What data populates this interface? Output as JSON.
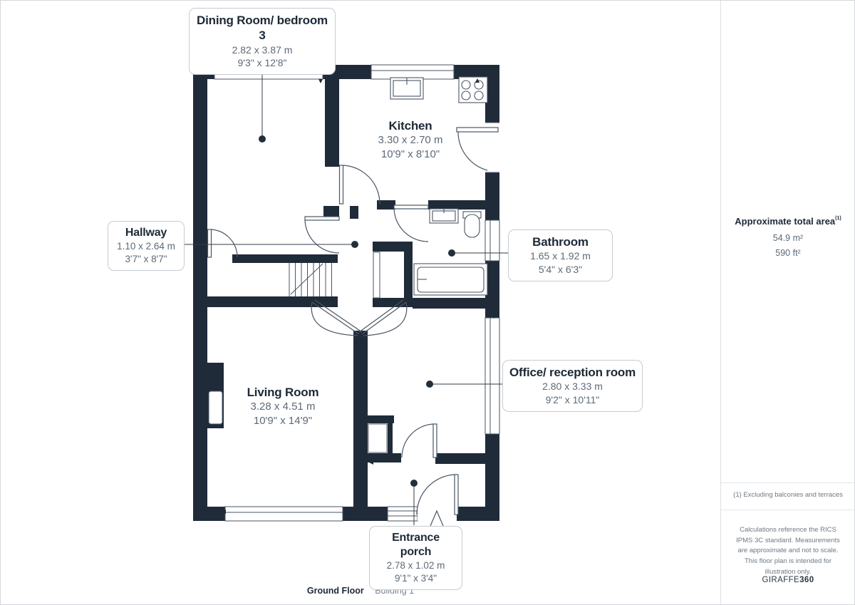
{
  "floorplan": {
    "rooms": [
      {
        "name": "Dining Room/ bedroom 3",
        "metric": "2.82 x 3.87 m",
        "imperial": "9'3\" x 12'8\""
      },
      {
        "name": "Kitchen",
        "metric": "3.30 x 2.70 m",
        "imperial": "10'9\" x 8'10\""
      },
      {
        "name": "Hallway",
        "metric": "1.10 x 2.64 m",
        "imperial": "3'7\" x 8'7\""
      },
      {
        "name": "Bathroom",
        "metric": "1.65 x 1.92 m",
        "imperial": "5'4\" x 6'3\""
      },
      {
        "name": "Office/ reception room",
        "metric": "2.80 x 3.33 m",
        "imperial": "9'2\" x 10'11\""
      },
      {
        "name": "Living Room",
        "metric": "3.28 x 4.51 m",
        "imperial": "10'9\" x 14'9\""
      },
      {
        "name": "Entrance porch",
        "metric": "2.78 x 1.02 m",
        "imperial": "9'1\" x 3'4\""
      }
    ]
  },
  "sidebar": {
    "total_area_label": "Approximate total area",
    "total_area_superscript": "(1)",
    "area_m2": "54.9 m²",
    "area_ft2": "590 ft²",
    "footnote": "(1) Excluding balconies and terraces",
    "disclaimer": "Calculations reference the RICS IPMS 3C standard. Measurements are approximate and not to scale. This floor plan is intended for illustration only.",
    "brand_regular": "GIRAFFE",
    "brand_bold": "360"
  },
  "footer": {
    "floor_label": "Ground Floor",
    "building_label": "Building 1"
  },
  "colors": {
    "wall": "#202b39",
    "fixture_line": "#4a5663",
    "leader_line": "#2f3b47",
    "title_text": "#1d2937",
    "dim_text": "#5d6a77",
    "box_border": "#c6cbd1",
    "divider": "#dcdfe2"
  }
}
